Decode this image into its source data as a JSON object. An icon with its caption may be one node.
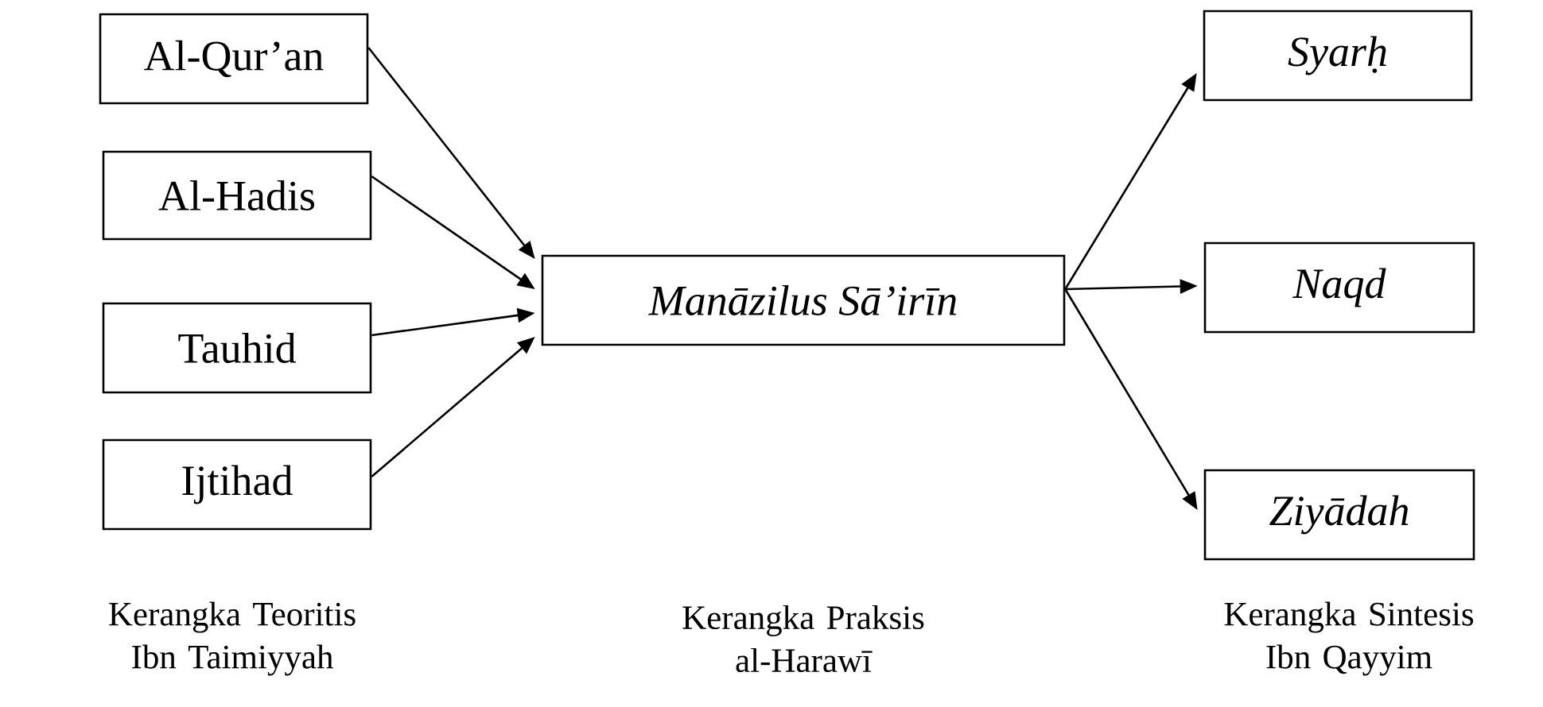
{
  "diagram": {
    "nodes": [
      {
        "text": [
          "Al-Qur’an"
        ]
      },
      {
        "text": [
          "Al-Hadis"
        ]
      },
      {
        "text": [
          "Tauhid"
        ]
      },
      {
        "text": [
          "Ijtihad"
        ]
      },
      {
        "text": [
          "*Manāzilus Sā’irīn*"
        ]
      },
      {
        "text": [
          "*Syarḥ*"
        ]
      },
      {
        "text": [
          "*Naqd*"
        ]
      },
      {
        "text": [
          "*Ziyādah*"
        ]
      }
    ],
    "edges": [
      {
        "from": 0,
        "to": 4,
        "arrow": "to"
      },
      {
        "from": 1,
        "to": 4,
        "arrow": "to"
      },
      {
        "from": 2,
        "to": 4,
        "arrow": "to"
      },
      {
        "from": 3,
        "to": 4,
        "arrow": "to"
      },
      {
        "from": 4,
        "to": 5,
        "arrow": "to"
      },
      {
        "from": 4,
        "to": 6,
        "arrow": "to"
      },
      {
        "from": 4,
        "to": 7,
        "arrow": "to"
      }
    ],
    "labels": [
      "Kerangka Teoritis Ibn Taimiyyah",
      "Kerangka Praksis al-Harawī",
      "Kerangka Sintesis Ibn Qayyim"
    ]
  }
}
